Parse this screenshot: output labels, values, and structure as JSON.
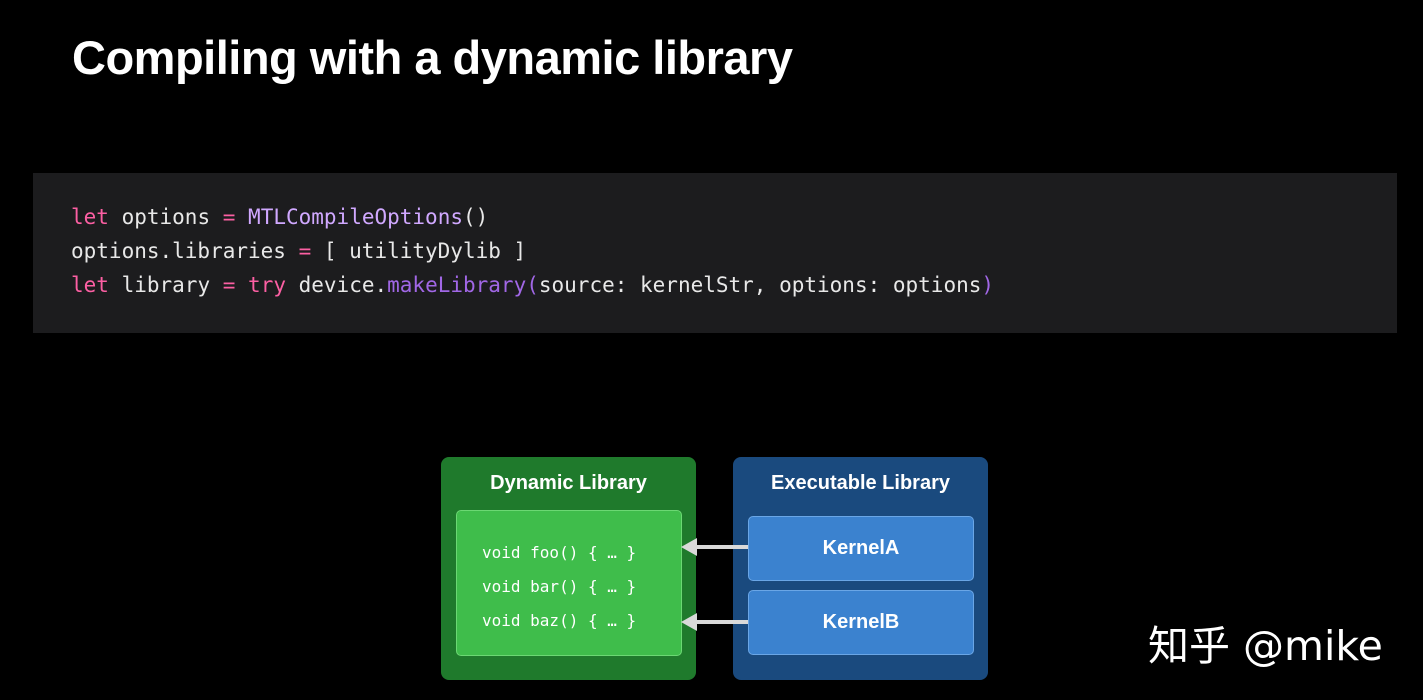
{
  "slide": {
    "title": "Compiling with a dynamic library"
  },
  "code": {
    "line1": {
      "kw_let": "let",
      "var": " options ",
      "eq": "=",
      "space": " ",
      "type": "MTLCompileOptions",
      "parens": "()"
    },
    "line2": {
      "lhs": "options.libraries ",
      "eq": "=",
      "rhs": " [ utilityDylib ]"
    },
    "line3": {
      "kw_let": "let",
      "var": " library ",
      "eq": "=",
      "space": " ",
      "kw_try": "try",
      "obj": " device.",
      "method": "makeLibrary",
      "paren_open": "(",
      "args": "source: kernelStr, options: options",
      "paren_close": ")"
    }
  },
  "diagram": {
    "dynamic_library": {
      "title": "Dynamic Library",
      "functions": [
        "void foo() { … }",
        "void bar() { … }",
        "void baz() { … }"
      ]
    },
    "executable_library": {
      "title": "Executable Library",
      "kernels": [
        "KernelA",
        "KernelB"
      ]
    }
  },
  "watermark": {
    "text": "知乎 @mike"
  },
  "colors": {
    "background": "#000000",
    "code_panel": "#1c1c1e",
    "keyword": "#fc5fa3",
    "type": "#d0a8ff",
    "method": "#a167e6",
    "dynamic_outer": "#1f7a2c",
    "dynamic_inner": "#3fbd4b",
    "executable_outer": "#1a4a7e",
    "kernel_box": "#3b82cf",
    "arrow": "#d9d9d9"
  }
}
